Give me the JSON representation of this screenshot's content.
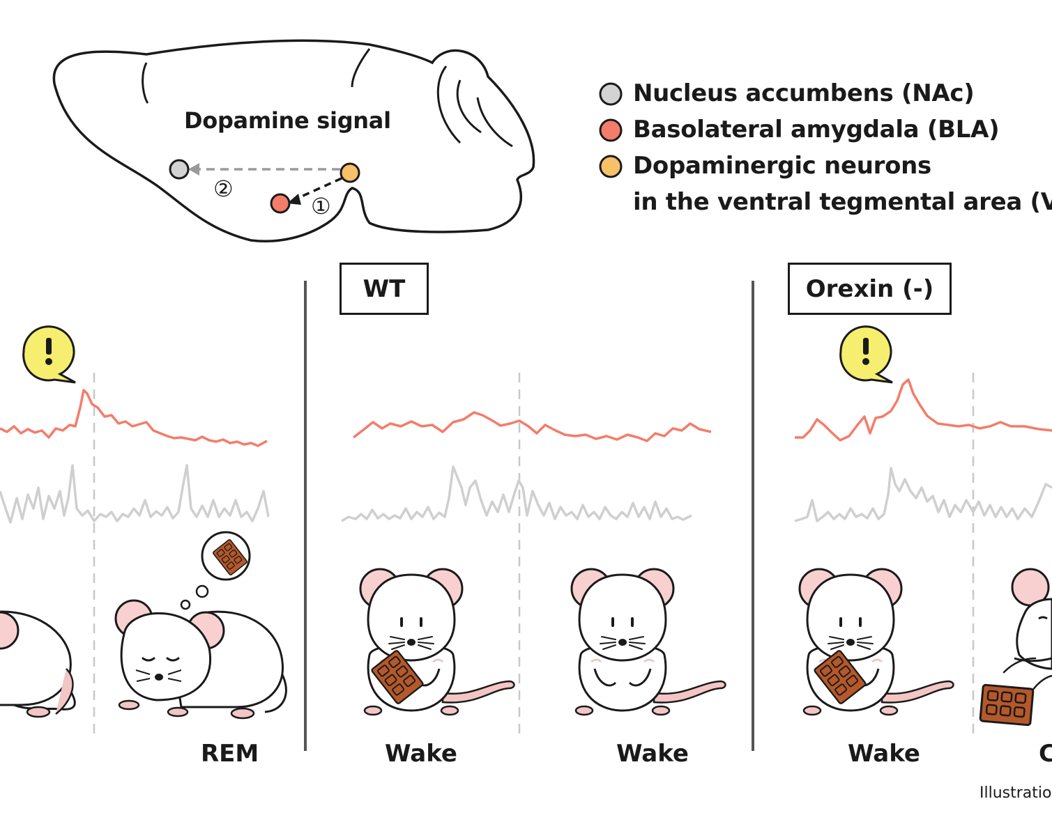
{
  "brain": {
    "title": "Dopamine signal",
    "step1": "①",
    "step2": "②"
  },
  "legend": {
    "items": [
      {
        "text": "Nucleus accumbens (NAc)",
        "color": "#d3d3d3"
      },
      {
        "text": "Basolateral amygdala (BLA)",
        "color": "#f47c6a"
      },
      {
        "text": "Dopaminergic neurons",
        "color": "#f8c068"
      },
      {
        "text": "in the ventral tegmental area (VTA-",
        "color": ""
      }
    ]
  },
  "groups": {
    "wt": "WT",
    "orexin": "Orexin (-)"
  },
  "states": {
    "left_partial": "",
    "rem": "REM",
    "wt_wake1": "Wake",
    "wt_wake2": "Wake",
    "orexin_wake": "Wake",
    "right_partial": "C"
  },
  "alert_symbol": "!",
  "credit": "Illustration",
  "colors": {
    "bla_trace": "#f47c6a",
    "nac_trace": "#cfcfcf",
    "mouse_body": "#ffffff",
    "ear_inner": "#f8d0d0",
    "tail": "#f3c5c5",
    "chocolate": "#b5582a",
    "alert_bubble": "#f6ee6e"
  }
}
